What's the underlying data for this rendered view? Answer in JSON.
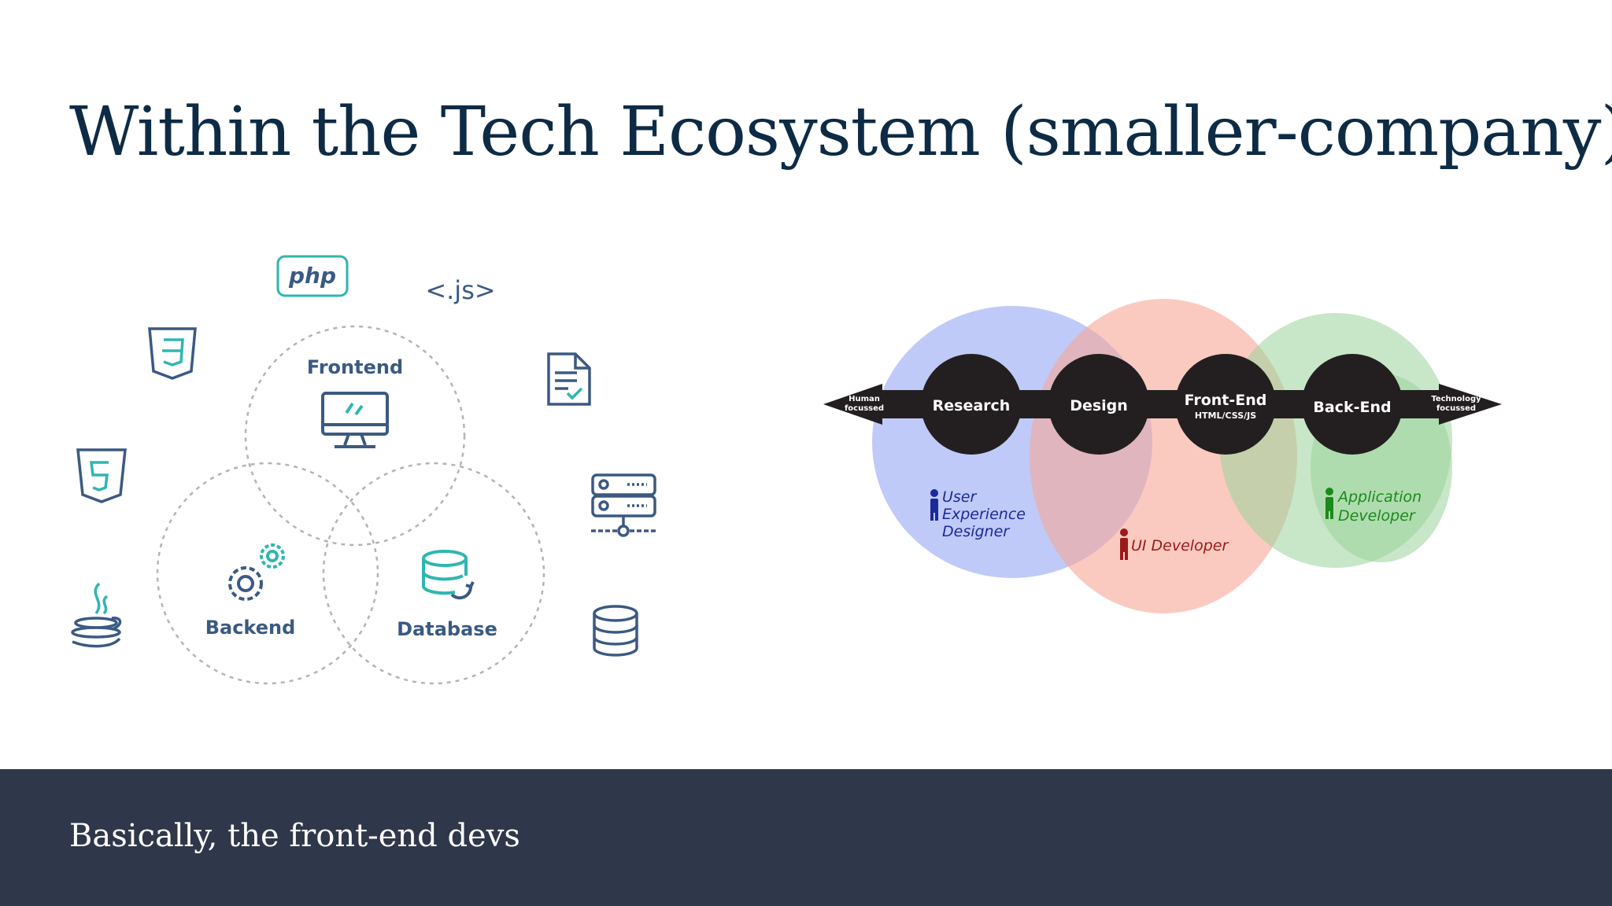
{
  "slide": {
    "title": "Within the Tech Ecosystem (smaller-company)",
    "caption": "Basically, the front-end devs"
  },
  "left_diagram": {
    "circles": [
      {
        "label": "Frontend",
        "icon": "monitor-icon"
      },
      {
        "label": "Backend",
        "icon": "gears-icon"
      },
      {
        "label": "Database",
        "icon": "database-sync-icon"
      }
    ],
    "floating_icons": [
      "php-icon",
      "js-icon",
      "css3-icon",
      "html5-icon",
      "java-icon",
      "document-check-icon",
      "server-icon",
      "database-icon"
    ],
    "php_label": "php",
    "js_label": "<.js>",
    "colors": {
      "primary": "#3b5a82",
      "accent": "#2fb6b0",
      "dashed": "#b4b4b4"
    }
  },
  "right_diagram": {
    "arrow_left": [
      "Human",
      "focussed"
    ],
    "arrow_right": [
      "Technology",
      "focussed"
    ],
    "stages": [
      {
        "label": "Research",
        "sub": ""
      },
      {
        "label": "Design",
        "sub": ""
      },
      {
        "label": "Front-End",
        "sub": "HTML/CSS/JS"
      },
      {
        "label": "Back-End",
        "sub": ""
      }
    ],
    "roles": [
      {
        "lines": [
          "User",
          "Experience",
          "Designer"
        ],
        "color": "#1a2a9a"
      },
      {
        "lines": [
          "UI Developer"
        ],
        "color": "#9a1a1a"
      },
      {
        "lines": [
          "Application",
          "Developer"
        ],
        "color": "#1a8a1a"
      }
    ],
    "colors": {
      "blue": "#8a9ff2",
      "red": "#f7a796",
      "green": "#9bd49a",
      "node": "#231f20"
    }
  }
}
